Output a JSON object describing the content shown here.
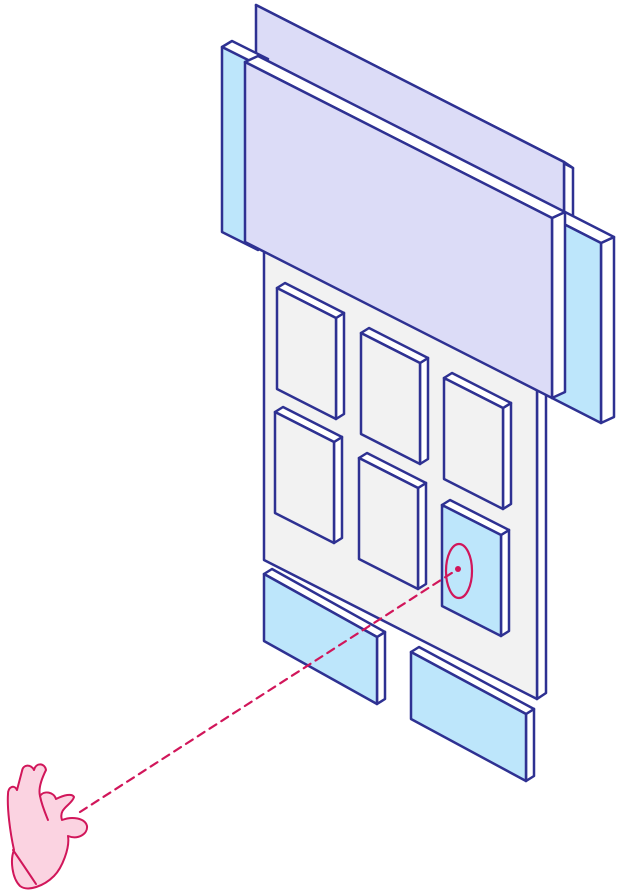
{
  "colors": {
    "outline": "#2e3192",
    "panel_face": "#f2f2f2",
    "panel_side": "#ffffff",
    "header_face": "#dcdcf7",
    "accent_face": "#bde6fb",
    "pointer": "#d1165a",
    "hand_fill": "#fbd3e1"
  },
  "icons": {
    "hand": "pointing-hand-icon",
    "target": "tap-target-icon"
  },
  "diagram": {
    "grid_tiles": 6,
    "highlighted_tile": "bottom-right",
    "bottom_buttons": 2
  }
}
